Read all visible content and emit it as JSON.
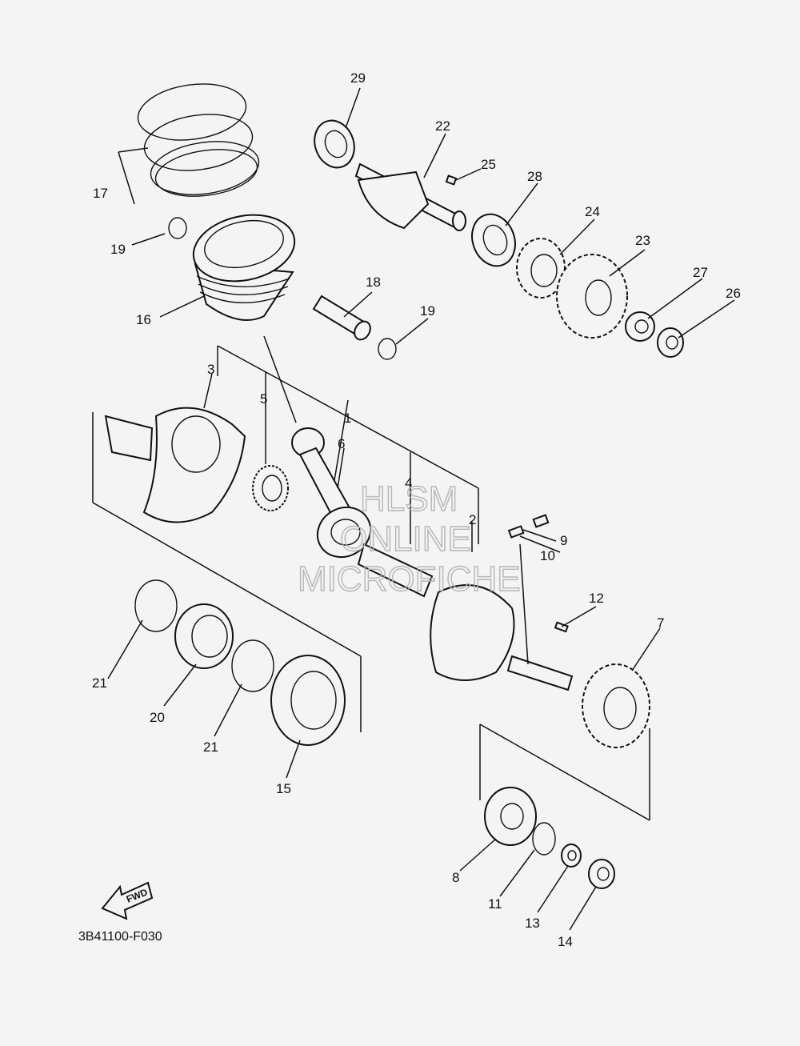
{
  "diagram": {
    "drawing_code": "3B41100-F030",
    "fwd_label": "FWD",
    "watermark": [
      "HLSM",
      "ONLINE",
      "MICROFICHE"
    ],
    "callouts": [
      "1",
      "2",
      "3",
      "4",
      "5",
      "6",
      "7",
      "8",
      "9",
      "10",
      "11",
      "12",
      "13",
      "14",
      "15",
      "16",
      "17",
      "18",
      "19",
      "19",
      "20",
      "21",
      "21",
      "22",
      "23",
      "24",
      "25",
      "26",
      "27",
      "28",
      "29"
    ]
  }
}
